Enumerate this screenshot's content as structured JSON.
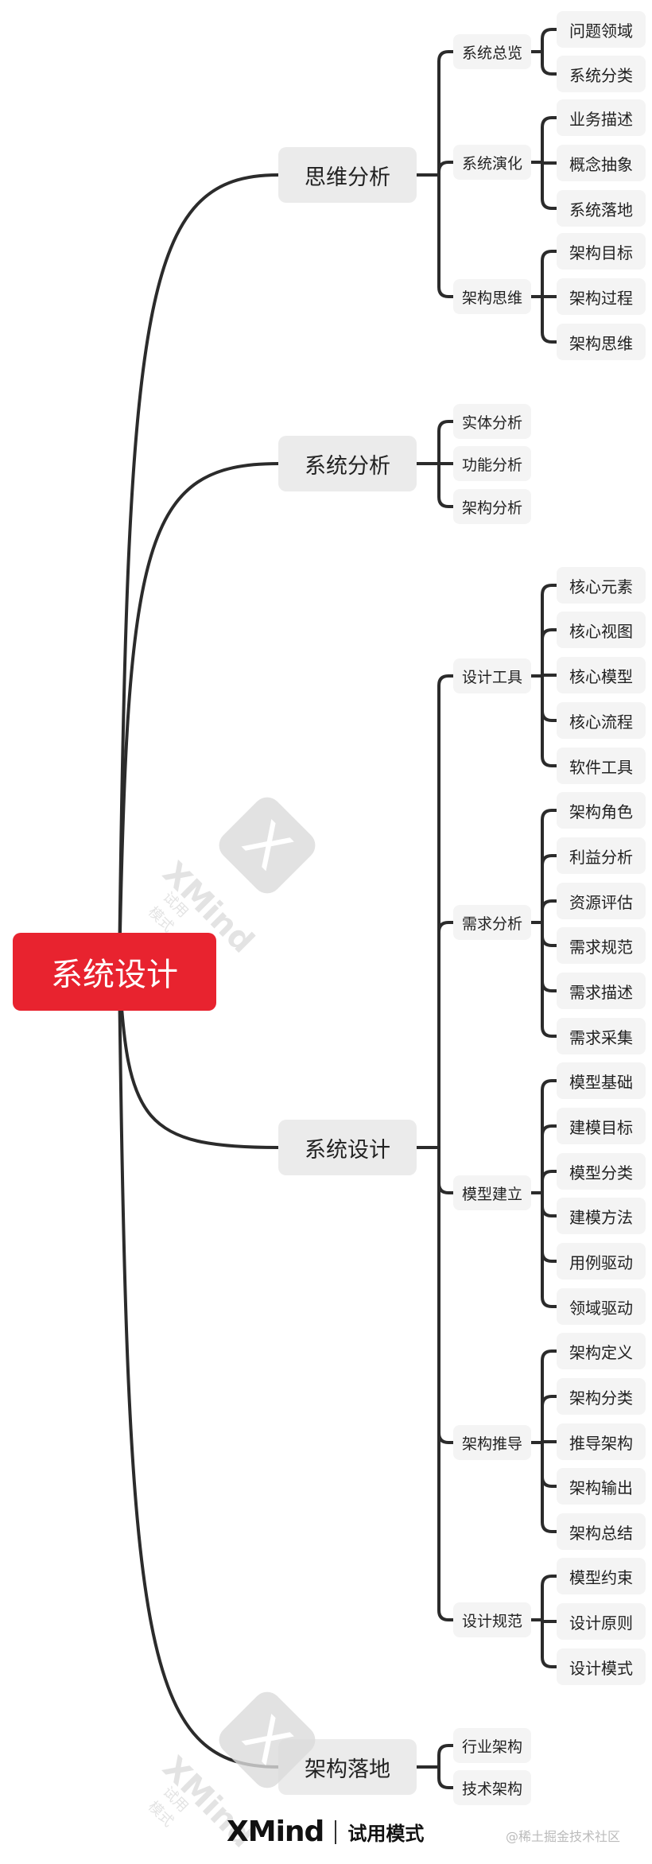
{
  "root": "系统设计",
  "branches": [
    {
      "label": "思维分析",
      "children": [
        {
          "label": "系统总览",
          "children": [
            "问题领域",
            "系统分类"
          ]
        },
        {
          "label": "系统演化",
          "children": [
            "业务描述",
            "概念抽象",
            "系统落地"
          ]
        },
        {
          "label": "架构思维",
          "children": [
            "架构目标",
            "架构过程",
            "架构思维"
          ]
        }
      ]
    },
    {
      "label": "系统分析",
      "children": [
        {
          "label": "实体分析",
          "children": []
        },
        {
          "label": "功能分析",
          "children": []
        },
        {
          "label": "架构分析",
          "children": []
        }
      ]
    },
    {
      "label": "系统设计",
      "children": [
        {
          "label": "设计工具",
          "children": [
            "核心元素",
            "核心视图",
            "核心模型",
            "核心流程",
            "软件工具"
          ]
        },
        {
          "label": "需求分析",
          "children": [
            "架构角色",
            "利益分析",
            "资源评估",
            "需求规范",
            "需求描述",
            "需求采集"
          ]
        },
        {
          "label": "模型建立",
          "children": [
            "模型基础",
            "建模目标",
            "模型分类",
            "建模方法",
            "用例驱动",
            "领域驱动"
          ]
        },
        {
          "label": "架构推导",
          "children": [
            "架构定义",
            "架构分类",
            "推导架构",
            "架构输出",
            "架构总结"
          ]
        },
        {
          "label": "设计规范",
          "children": [
            "模型约束",
            "设计原则",
            "设计模式"
          ]
        }
      ]
    },
    {
      "label": "架构落地",
      "children": [
        {
          "label": "行业架构",
          "children": []
        },
        {
          "label": "技术架构",
          "children": []
        }
      ]
    }
  ],
  "watermark": {
    "brand": "XMind",
    "sub": "试用模式",
    "logo": "X"
  },
  "footer": {
    "brand": "XMind",
    "mode": "试用模式",
    "credit": "@稀土掘金技术社区"
  },
  "colors": {
    "root": "#e8232f",
    "line": "#2b2b2b",
    "level1_bg": "#ebebeb",
    "level2_bg": "#f4f4f4"
  }
}
